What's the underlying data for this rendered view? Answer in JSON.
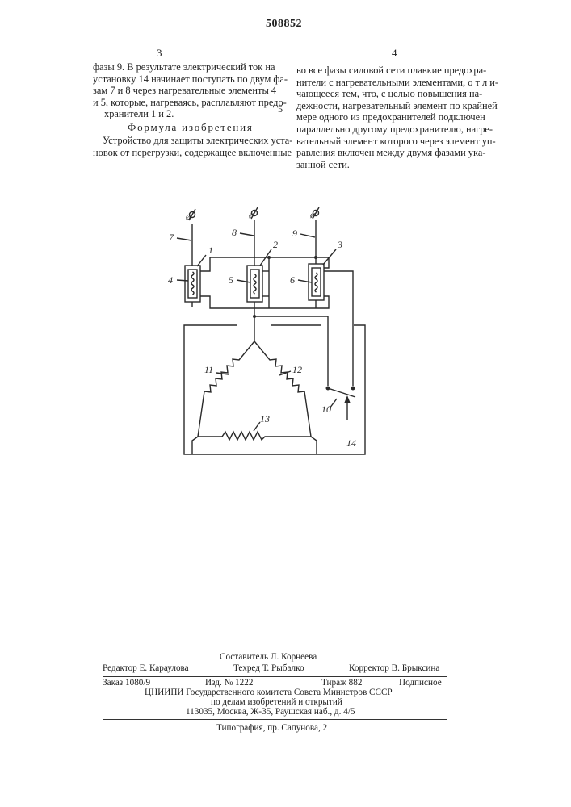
{
  "header": {
    "patent_number": "508852",
    "col_left_num": "3",
    "col_right_num": "4"
  },
  "left_text": {
    "lines": [
      "фазы 9. В результате электрический ток на",
      "установку 14 начинает поступать по двум фа-",
      "зам 7 и 8 через нагревательные элементы 4",
      "и 5, которые, нагреваясь, расплавляют предо-",
      "хранители 1 и 2."
    ]
  },
  "formula_heading": "Формула изобретения",
  "formula_text": {
    "lines": [
      "Устройство для защиты электрических уста-",
      "новок от перегрузки, содержащее включенные"
    ]
  },
  "right_text": {
    "lines": [
      "во все фазы силовой сети плавкие предохра-",
      "нители с нагревательными элементами, о т л и-",
      "чающееся тем, что, с целью повышения на-",
      "дежности, нагревательный элемент по крайней",
      "мере одного из предохранителей подключен",
      "параллельно другому предохранителю, нагре-",
      "вательный элемент которого через элемент уп-",
      "равления включен между двумя фазами ука-",
      "занной сети."
    ],
    "margin_number": "5"
  },
  "diagram": {
    "phase_symbol": "ø",
    "labels": [
      "1",
      "2",
      "3",
      "4",
      "5",
      "6",
      "7",
      "8",
      "9",
      "10",
      "11",
      "12",
      "13",
      "14"
    ]
  },
  "footer": {
    "compiler": "Составитель  Л. Корнеева",
    "editor": "Редактор  Е. Караулова",
    "techeditor": "Техред  Т. Рыбалко",
    "corrector": "Корректор  В. Брыксина",
    "order": "Заказ  1080/9",
    "edition": "Изд.  №  1222",
    "circulation": "Тираж  882",
    "subscription": "Подписное",
    "org1": "ЦНИИПИ Государственного комитета Совета Министров СССР",
    "org2": "по делам изобретений и открытий",
    "address": "113035, Москва, Ж-35, Раушская наб., д. 4/5",
    "printer": "Типография, пр. Сапунова, 2"
  }
}
